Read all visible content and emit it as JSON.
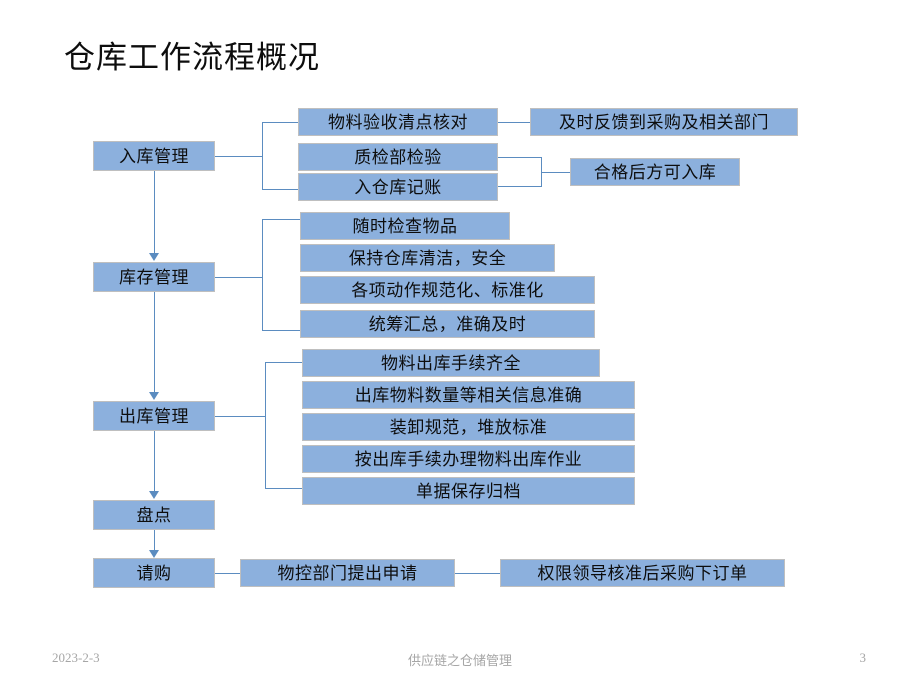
{
  "slide": {
    "title": "仓库工作流程概况",
    "accent_box_fill": "#8cb0dd",
    "box_border": "#bfbfbf",
    "connector_color": "#5b8cc0",
    "background": "#ffffff"
  },
  "stages": {
    "inbound": "入库管理",
    "inventory": "库存管理",
    "outbound": "出库管理",
    "stocktake": "盘点",
    "requisition": "请购"
  },
  "inbound_tasks": [
    "物料验收清点核对",
    "质检部检验",
    "入仓库记账"
  ],
  "inbound_results": [
    "及时反馈到采购及相关部门",
    "合格后方可入库"
  ],
  "inventory_tasks": [
    "随时检查物品",
    "保持仓库清洁，安全",
    "各项动作规范化、标准化",
    "统筹汇总，准确及时"
  ],
  "outbound_tasks": [
    "物料出库手续齐全",
    "出库物料数量等相关信息准确",
    "装卸规范，堆放标准",
    "按出库手续办理物料出库作业",
    "单据保存归档"
  ],
  "requisition_tasks": [
    "物控部门提出申请",
    "权限领导核准后采购下订单"
  ],
  "footer": {
    "date": "2023-2-3",
    "center": "供应链之仓储管理",
    "page_number": "3"
  }
}
